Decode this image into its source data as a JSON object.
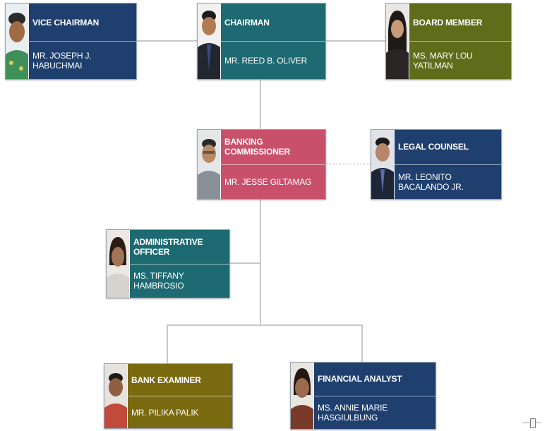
{
  "colors": {
    "navy": "#1f3f6e",
    "teal": "#1d6a72",
    "olive": "#5f6c1a",
    "rose": "#c9506b",
    "ochre": "#7a6a10"
  },
  "nodes": {
    "vice_chairman": {
      "title": "VICE CHAIRMAN",
      "name": "MR. JOSEPH J. HABUCHMAI",
      "color": "#1f3f6e"
    },
    "chairman": {
      "title": "CHAIRMAN",
      "name": "MR. REED B. OLIVER",
      "color": "#1d6a72"
    },
    "board_member": {
      "title": "BOARD MEMBER",
      "name": "MS. MARY LOU YATILMAN",
      "color": "#5f6c1a"
    },
    "banking_commissioner": {
      "title": "BANKING COMMISSIONER",
      "name": "MR. JESSE GILTAMAG",
      "color": "#c9506b"
    },
    "legal_counsel": {
      "title": "LEGAL COUNSEL",
      "name": "MR. LEONITO BACALANDO JR.",
      "color": "#1f3f6e"
    },
    "administrative_officer": {
      "title": "ADMINISTRATIVE OFFICER",
      "name": "MS. TIFFANY HAMBROSIO",
      "color": "#1d6a72"
    },
    "bank_examiner": {
      "title": "BANK EXAMINER",
      "name": "MR. PILIKA PALIK",
      "color": "#7a6a10"
    },
    "financial_analyst": {
      "title": "FINANCIAL ANALYST",
      "name": "MS. ANNIE MARIE HASGIULBUNG",
      "color": "#1f3f6e"
    }
  }
}
